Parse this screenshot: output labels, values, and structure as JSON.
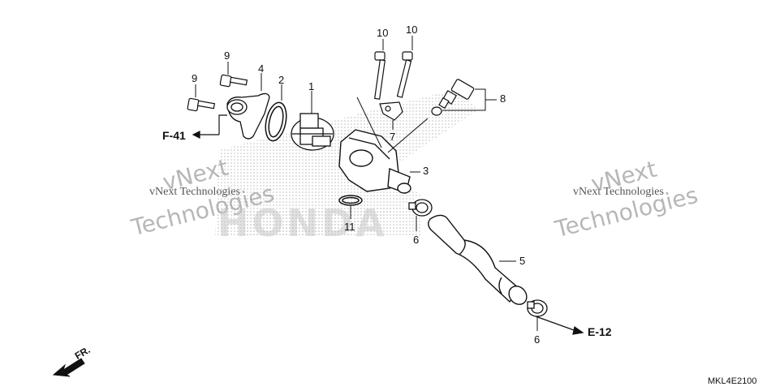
{
  "callouts": {
    "c1": "1",
    "c2": "2",
    "c3": "3",
    "c4": "4",
    "c5": "5",
    "c6a": "6",
    "c6b": "6",
    "c7": "7",
    "c8": "8",
    "c9a": "9",
    "c9b": "9",
    "c10a": "10",
    "c10b": "10",
    "c11": "11"
  },
  "references": {
    "f41": "F-41",
    "e12": "E-12"
  },
  "watermarks": {
    "left_small": "vNext Technologies",
    "left_large_1": "vNext",
    "left_large_2": "Technologies",
    "right_small": "vNext Technologies",
    "right_large_1": "vNext",
    "right_large_2": "Technologies",
    "brand": "HONDA"
  },
  "direction_label": "FR.",
  "diagram_code": "MKL4E2100",
  "colors": {
    "line": "#111111",
    "watermark": "#9a9a9a",
    "dots": "#bdbdbd"
  }
}
